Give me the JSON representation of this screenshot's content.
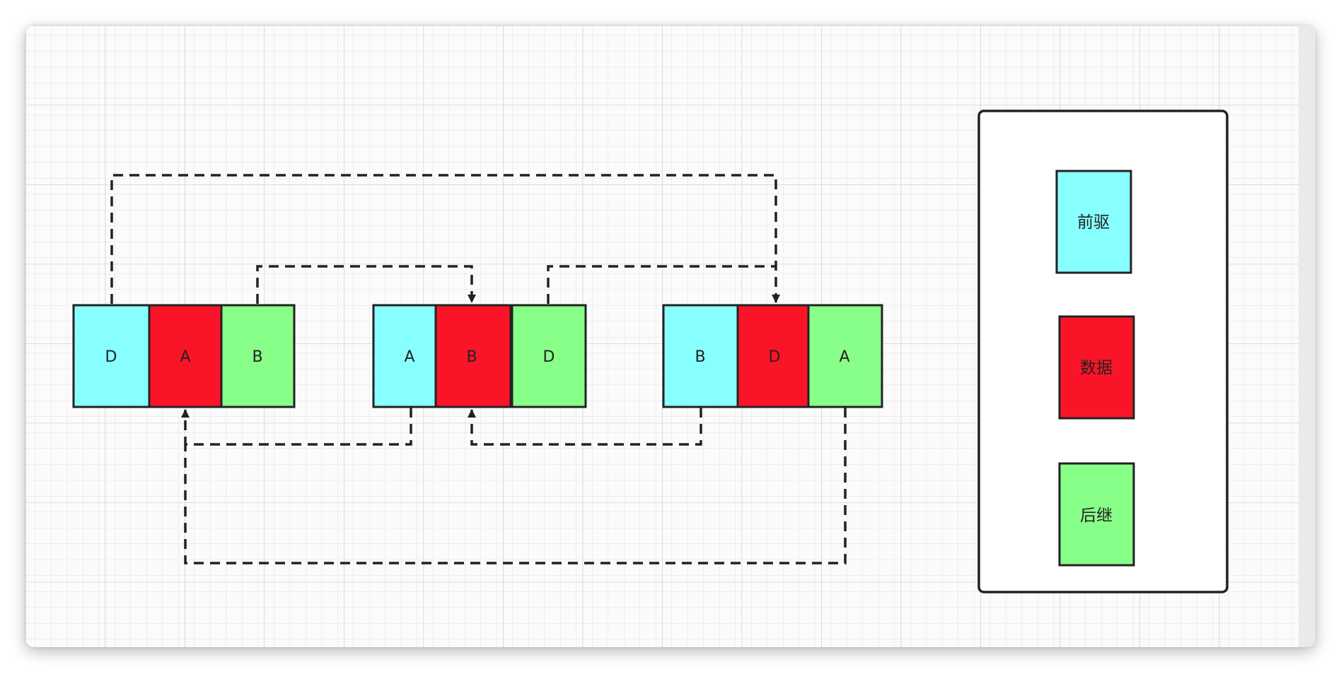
{
  "colors": {
    "predecessor": "#88ffff",
    "data": "#f91428",
    "successor": "#88ff88",
    "stroke": "#222222",
    "grid": "#dcdcdc"
  },
  "nodes": [
    {
      "id": "A",
      "prev": "D",
      "data": "A",
      "next": "B"
    },
    {
      "id": "B",
      "prev": "A",
      "data": "B",
      "next": "D"
    },
    {
      "id": "D",
      "prev": "B",
      "data": "D",
      "next": "A"
    }
  ],
  "legend": {
    "predecessor": "前驱",
    "data": "数据",
    "successor": "后继"
  }
}
